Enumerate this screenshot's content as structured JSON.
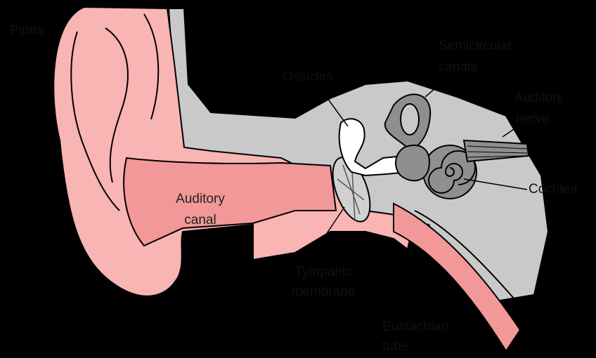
{
  "labels": {
    "pinna": "Pinna",
    "ossicles": "Ossicles",
    "semicircular_canals": [
      "Semicircular",
      "canals"
    ],
    "auditory_nerve": [
      "Auditory",
      "nerve"
    ],
    "cochlea": "Cochlea",
    "auditory_canal": [
      "Auditory",
      "canal"
    ],
    "tympanic_membrane": [
      "Tympanic",
      "membrane"
    ],
    "eustachian_tube": [
      "Eustachian",
      "tube"
    ]
  },
  "colors": {
    "background": "#000000",
    "skin": "#f9b4b4",
    "canal": "#f39898",
    "bone": "#c9c9c9",
    "inner_ear": "#8f8f8f",
    "ossicle": "#ffffff",
    "outline": "#000000"
  }
}
